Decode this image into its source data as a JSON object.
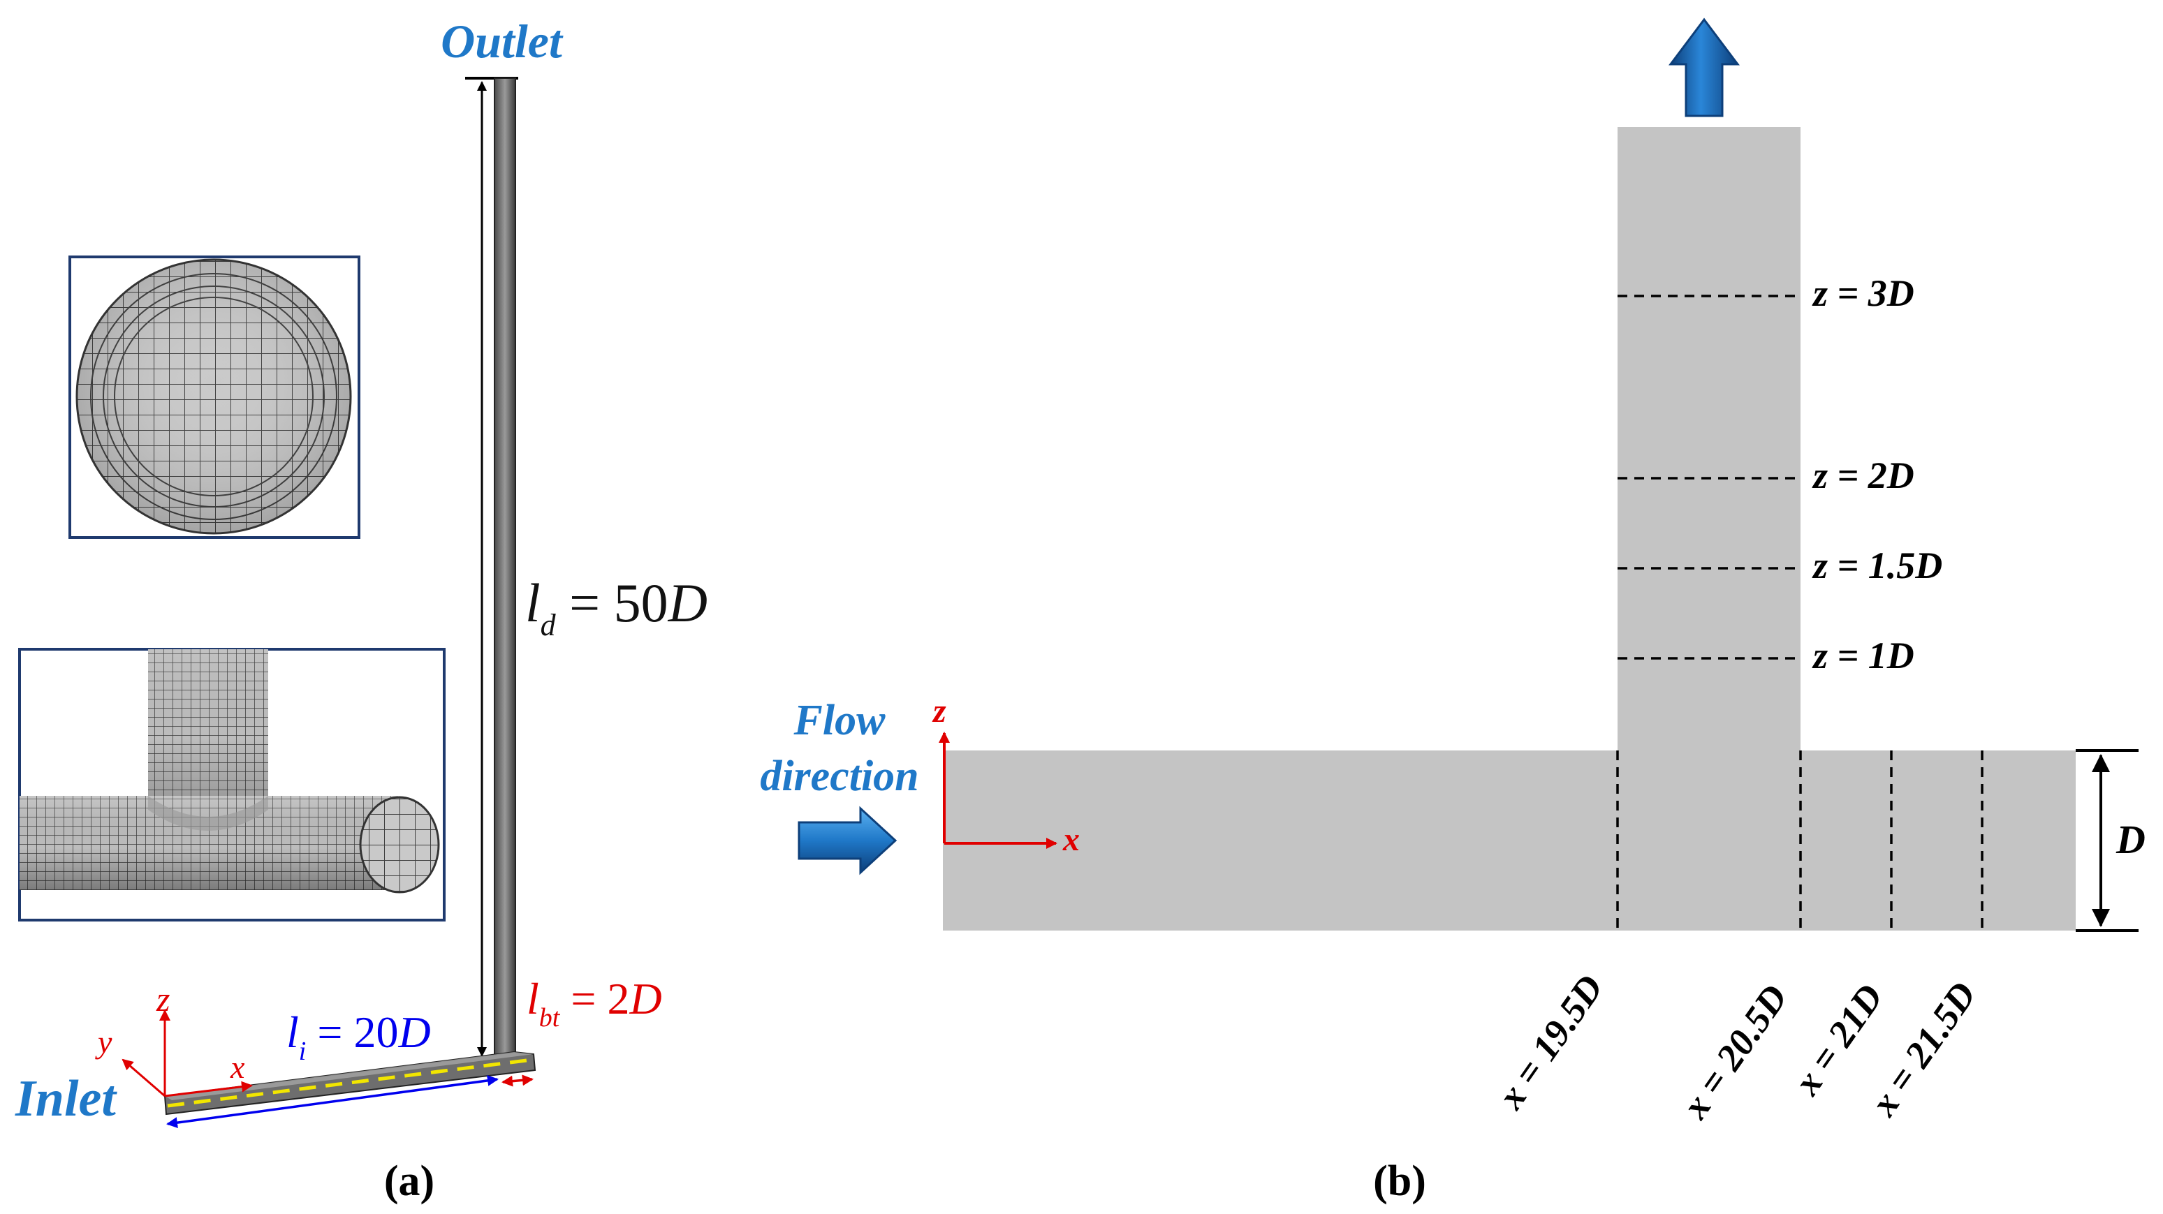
{
  "panel_a": {
    "label": "(a)",
    "outlet_label": "Outlet",
    "inlet_label": "Inlet",
    "ld": {
      "var": "l",
      "sub": "d",
      "eq": " = 50",
      "unit": "D"
    },
    "li": {
      "var": "l",
      "sub": "i",
      "eq": " = 20",
      "unit": "D"
    },
    "lbt": {
      "var": "l",
      "sub": "bt",
      "eq": " = 2",
      "unit": "D"
    },
    "axes": {
      "x": "x",
      "y": "y",
      "z": "z"
    }
  },
  "panel_b": {
    "label": "(b)",
    "flow_line1": "Flow",
    "flow_line2": "direction",
    "diameter_label": "D",
    "axes": {
      "x": "x",
      "z": "z"
    },
    "z_sections": [
      {
        "label": "z = 3D"
      },
      {
        "label": "z = 2D"
      },
      {
        "label": "z = 1.5D"
      },
      {
        "label": "z = 1D"
      }
    ],
    "x_sections": [
      {
        "label": "x = 19.5D"
      },
      {
        "label": "x = 20.5D"
      },
      {
        "label": "x = 21D"
      },
      {
        "label": "x = 21.5D"
      }
    ]
  },
  "colors": {
    "blue_text": "#1f78c8",
    "red": "#e00000",
    "dimension_blue": "#0000ee",
    "pipe_gray": "#c4c4c4",
    "inset_border": "#1f3a6e",
    "centerline_yellow": "#f2e600"
  }
}
